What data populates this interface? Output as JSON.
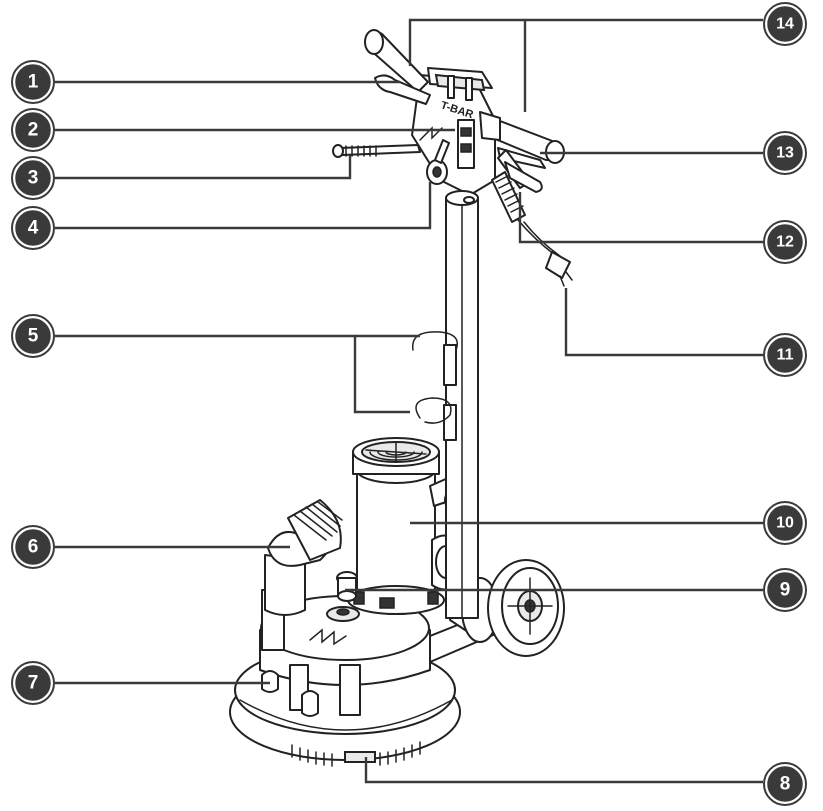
{
  "callouts": [
    {
      "id": "1",
      "label": "1"
    },
    {
      "id": "2",
      "label": "2"
    },
    {
      "id": "3",
      "label": "3"
    },
    {
      "id": "4",
      "label": "4"
    },
    {
      "id": "5",
      "label": "5"
    },
    {
      "id": "6",
      "label": "6"
    },
    {
      "id": "7",
      "label": "7"
    },
    {
      "id": "8",
      "label": "8"
    },
    {
      "id": "9",
      "label": "9"
    },
    {
      "id": "10",
      "label": "10"
    },
    {
      "id": "11",
      "label": "11"
    },
    {
      "id": "12",
      "label": "12"
    },
    {
      "id": "13",
      "label": "13"
    },
    {
      "id": "14",
      "label": "14"
    }
  ],
  "colors": {
    "callout": "#3a3a3a",
    "line": "#222222",
    "background": "#ffffff"
  },
  "logo_text": "T-BAR"
}
